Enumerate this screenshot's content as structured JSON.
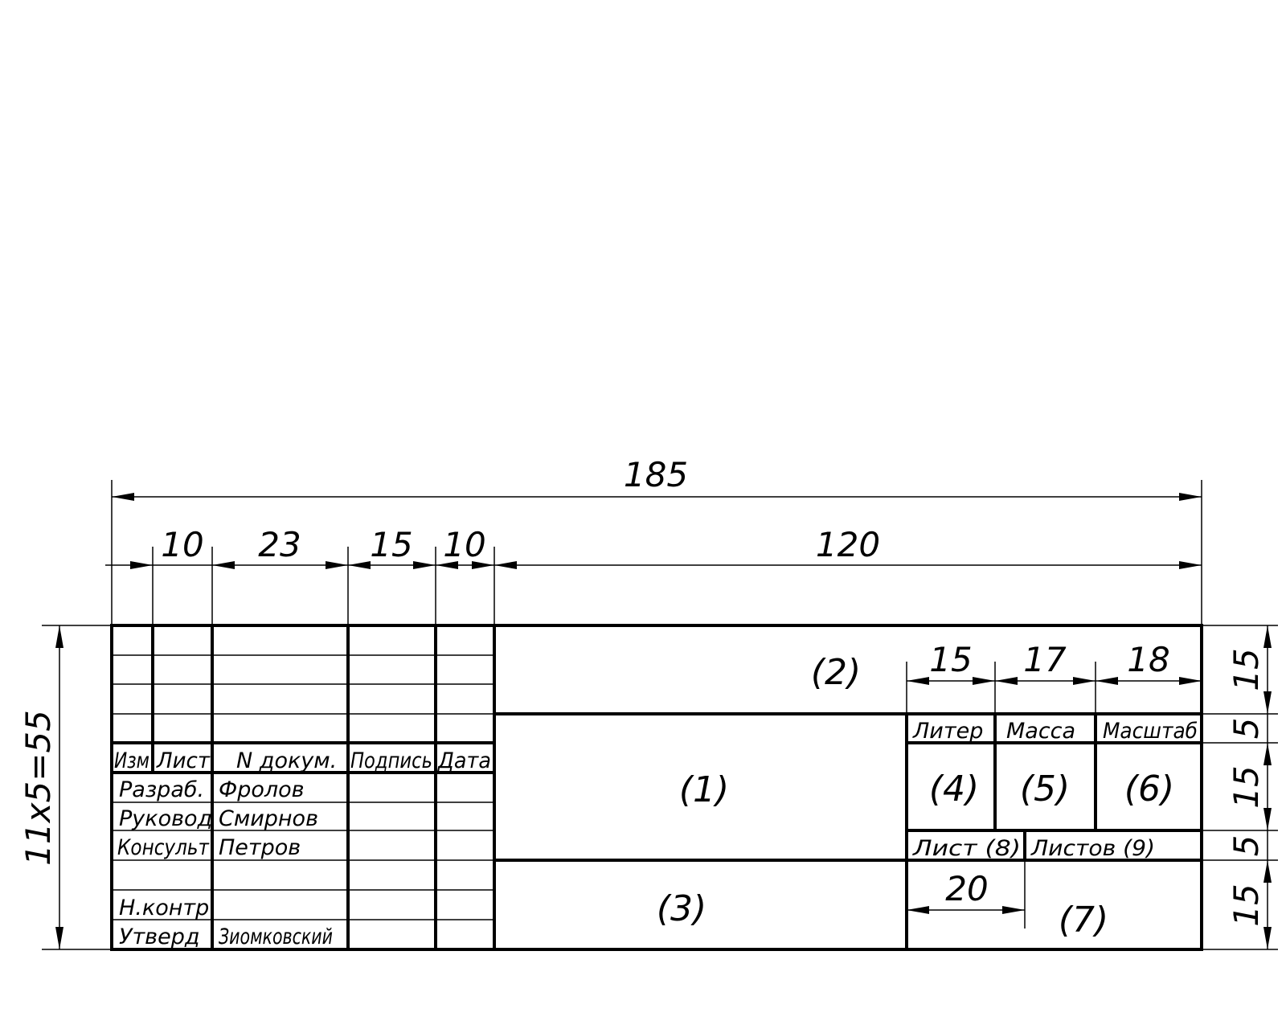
{
  "dimensions": {
    "total_width": "185",
    "col_widths": [
      "10",
      "23",
      "15",
      "10",
      "120"
    ],
    "right_cols": [
      "15",
      "17",
      "18"
    ],
    "sheet_width": "20",
    "right_heights": [
      "15",
      "5",
      "15",
      "5",
      "15"
    ],
    "left_height": "11x5=55"
  },
  "header": {
    "izm": "Изм",
    "list": "Лист",
    "ndokum": "N  докум.",
    "podpis": "Подпись",
    "data": "Дата"
  },
  "rows": [
    {
      "role": "Разраб.",
      "name": "Фролов"
    },
    {
      "role": "Руковод",
      "name": "Смирнов"
    },
    {
      "role": "Консульт",
      "name": "Петров"
    },
    {
      "role": "",
      "name": ""
    },
    {
      "role": "Н.контр",
      "name": ""
    },
    {
      "role": "Утверд",
      "name": "Зиомковский"
    }
  ],
  "right_labels": {
    "liter": "Литер",
    "massa": "Масса",
    "masshtab": "Масштаб",
    "list_8": "Лист  (8)",
    "listov_9": "Листов (9)"
  },
  "fields": {
    "f1": "(1)",
    "f2": "(2)",
    "f3": "(3)",
    "f4": "(4)",
    "f5": "(5)",
    "f6": "(6)",
    "f7": "(7)"
  }
}
